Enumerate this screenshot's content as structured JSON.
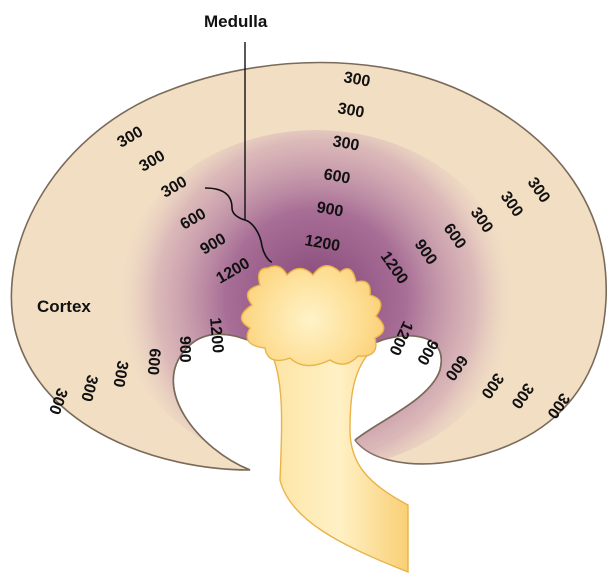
{
  "labels": {
    "medulla": "Medulla",
    "cortex": "Cortex"
  },
  "osmolarity": {
    "outer_top": [
      "300",
      "300",
      "300"
    ],
    "left_upper": [
      "300",
      "300",
      "300",
      "600",
      "900",
      "1200"
    ],
    "center": [
      "600",
      "900",
      "1200"
    ],
    "right_upper": [
      "300",
      "300",
      "300",
      "600",
      "900",
      "1200"
    ],
    "left_lower": [
      "300",
      "300",
      "300",
      "600",
      "900",
      "1200"
    ],
    "right_lower": [
      "1200",
      "900",
      "600",
      "300",
      "300",
      "300"
    ]
  },
  "colors": {
    "cortex_fill": "#f2dfc3",
    "cortex_stroke": "#7a6a5a",
    "medulla_inner": "#8e4a82",
    "medulla_outer": "#d9b6c2",
    "pelvis_fill": "#fdd98a",
    "pelvis_stroke": "#e8a930"
  }
}
